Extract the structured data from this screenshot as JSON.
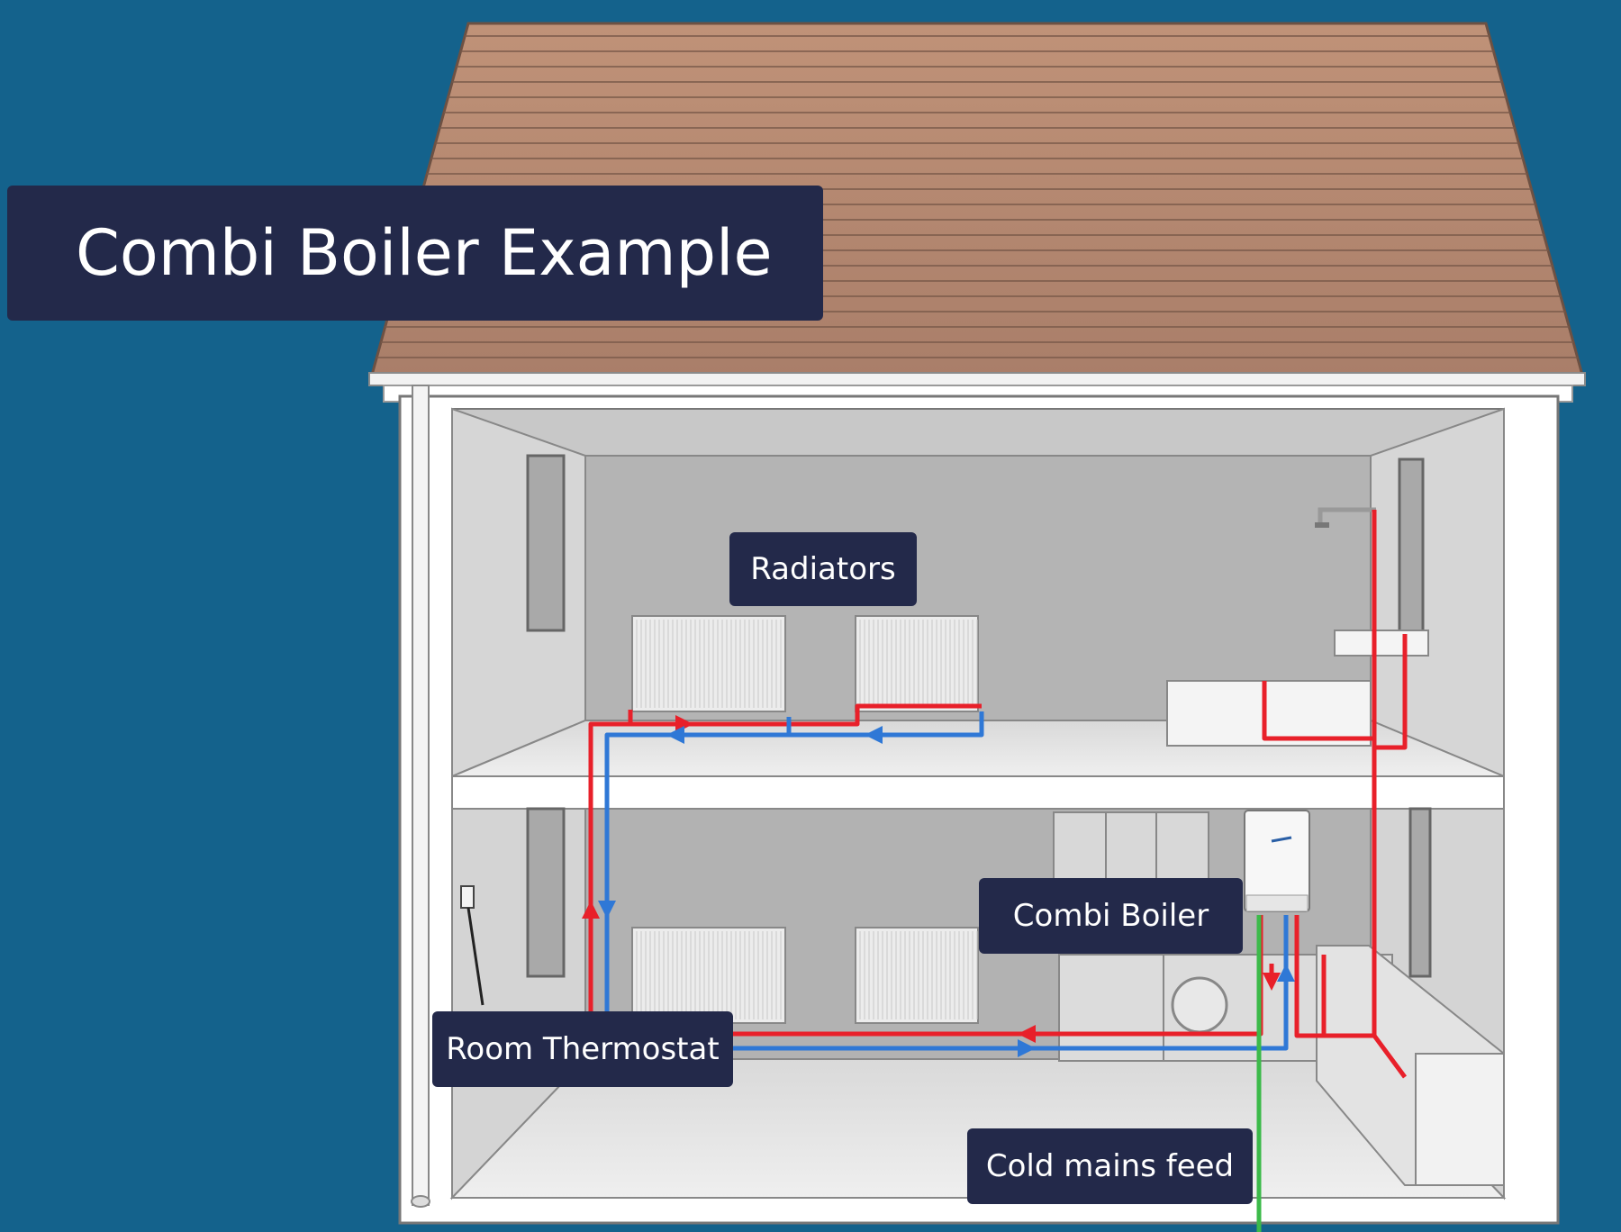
{
  "title": "Combi Boiler Example",
  "labels": {
    "radiators": "Radiators",
    "combi_boiler": "Combi Boiler",
    "room_thermostat": "Room Thermostat",
    "cold_mains_feed": "Cold mains feed"
  },
  "colors": {
    "background": "#14628c",
    "label_bg": "#23294a",
    "roof": "#b88a72",
    "hot_pipe": "#e8202a",
    "cold_pipe": "#2f78d6",
    "mains_pipe": "#3cba4a"
  }
}
